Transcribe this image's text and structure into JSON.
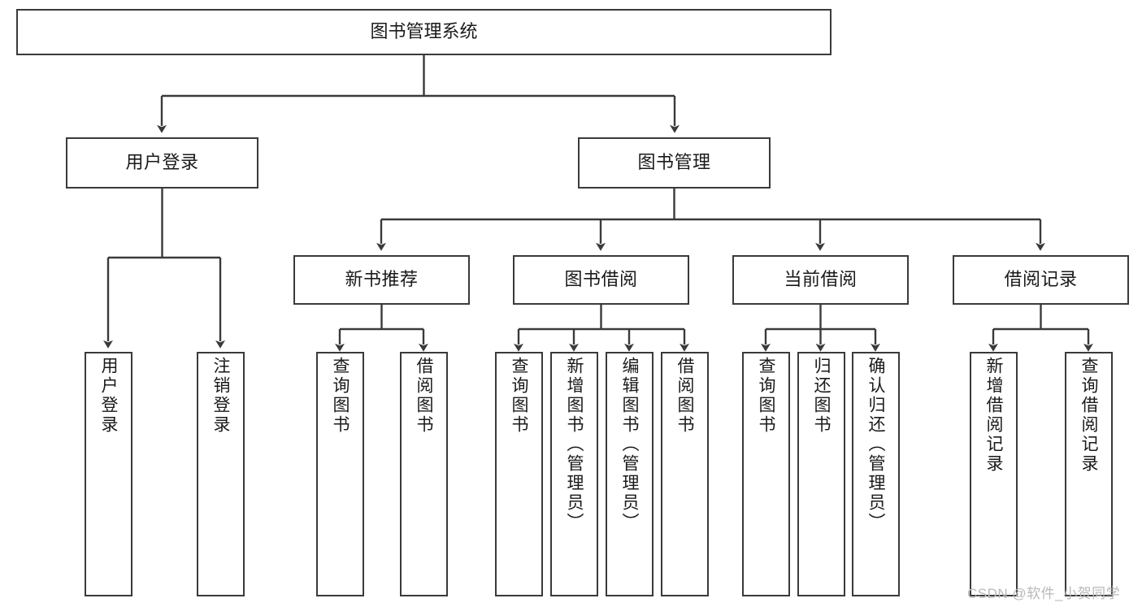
{
  "diagram": {
    "type": "tree-hierarchy-chart",
    "title_text": "图书管理系统",
    "colors": {
      "box_stroke": "#3a3a3a",
      "box_fill": "#ffffff",
      "connector": "#3a3a3a",
      "text": "#1a1a1a",
      "watermark": "#b9b9b9",
      "background": "#ffffff"
    },
    "levels": {
      "level1": [
        "图书管理系统"
      ],
      "level2": [
        "用户登录",
        "图书管理"
      ],
      "level3": [
        "新书推荐",
        "图书借阅",
        "当前借阅",
        "借阅记录"
      ],
      "level4": [
        "用户登录",
        "注销登录",
        "查询图书",
        "借阅图书",
        "查询图书",
        "新增图书（管理员）",
        "编辑图书（管理员）",
        "借阅图书",
        "查询图书",
        "归还图书",
        "确认归还（管理员）",
        "新增借阅记录",
        "查询借阅记录"
      ]
    },
    "nodes": {
      "root": {
        "label": "图书管理系统"
      },
      "user_login": {
        "label": "用户登录"
      },
      "book_manage": {
        "label": "图书管理"
      },
      "new_book_rec": {
        "label": "新书推荐"
      },
      "book_borrow": {
        "label": "图书借阅"
      },
      "current_borrow": {
        "label": "当前借阅"
      },
      "borrow_record": {
        "label": "借阅记录"
      },
      "leaf_user_login": {
        "label": "用户登录"
      },
      "leaf_logout": {
        "label": "注销登录"
      },
      "leaf_query_book_a": {
        "label": "查询图书"
      },
      "leaf_borrow_book_a": {
        "label": "借阅图书"
      },
      "leaf_query_book_b": {
        "label": "查询图书"
      },
      "leaf_add_book": {
        "label": "新增图书（管理员）"
      },
      "leaf_edit_book": {
        "label": "编辑图书（管理员）"
      },
      "leaf_borrow_book_b": {
        "label": "借阅图书"
      },
      "leaf_query_book_c": {
        "label": "查询图书"
      },
      "leaf_return_book": {
        "label": "归还图书"
      },
      "leaf_confirm_return": {
        "label": "确认归还（管理员）"
      },
      "leaf_add_record": {
        "label": "新增借阅记录"
      },
      "leaf_query_record": {
        "label": "查询借阅记录"
      }
    },
    "edges": [
      {
        "from": "root",
        "to": "user_login"
      },
      {
        "from": "root",
        "to": "book_manage"
      },
      {
        "from": "user_login",
        "to": "leaf_user_login"
      },
      {
        "from": "user_login",
        "to": "leaf_logout"
      },
      {
        "from": "book_manage",
        "to": "new_book_rec"
      },
      {
        "from": "book_manage",
        "to": "book_borrow"
      },
      {
        "from": "book_manage",
        "to": "current_borrow"
      },
      {
        "from": "book_manage",
        "to": "borrow_record"
      },
      {
        "from": "new_book_rec",
        "to": "leaf_query_book_a"
      },
      {
        "from": "new_book_rec",
        "to": "leaf_borrow_book_a"
      },
      {
        "from": "book_borrow",
        "to": "leaf_query_book_b"
      },
      {
        "from": "book_borrow",
        "to": "leaf_add_book"
      },
      {
        "from": "book_borrow",
        "to": "leaf_edit_book"
      },
      {
        "from": "book_borrow",
        "to": "leaf_borrow_book_b"
      },
      {
        "from": "current_borrow",
        "to": "leaf_query_book_c"
      },
      {
        "from": "current_borrow",
        "to": "leaf_return_book"
      },
      {
        "from": "current_borrow",
        "to": "leaf_confirm_return"
      },
      {
        "from": "borrow_record",
        "to": "leaf_add_record"
      },
      {
        "from": "borrow_record",
        "to": "leaf_query_record"
      }
    ]
  },
  "watermark": {
    "text": "CSDN @软件_小贺同学"
  }
}
